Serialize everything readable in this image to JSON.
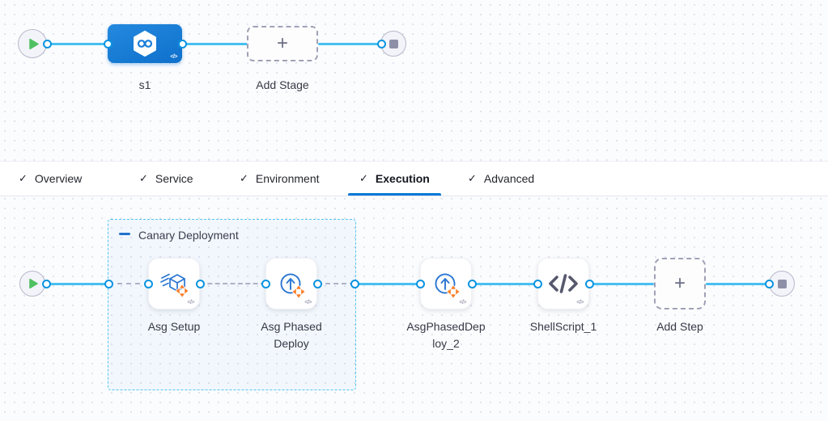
{
  "stage_graph": {
    "stage_label": "s1",
    "add_stage_label": "Add Stage"
  },
  "tabs": [
    {
      "label": "Overview"
    },
    {
      "label": "Service"
    },
    {
      "label": "Environment"
    },
    {
      "label": "Execution",
      "active": true
    },
    {
      "label": "Advanced"
    }
  ],
  "execution_graph": {
    "group_title": "Canary Deployment",
    "steps": [
      {
        "label": "Asg Setup"
      },
      {
        "label": "Asg Phased Deploy"
      },
      {
        "label": "AsgPhasedDeploy_2"
      },
      {
        "label": "ShellScript_1"
      }
    ],
    "add_step_label": "Add Step"
  },
  "icons": {
    "check": "✓",
    "plus": "+",
    "code_small": "</>"
  },
  "colors": {
    "accent_blue": "#0278d5",
    "connector_blue": "#47bff2",
    "node_blue": "#1a7fd6",
    "icon_blue": "#2a76d2",
    "move_arrows_orange": "#fb7e29",
    "play_green": "#4fc162",
    "stop_gray": "#8e90a8"
  }
}
